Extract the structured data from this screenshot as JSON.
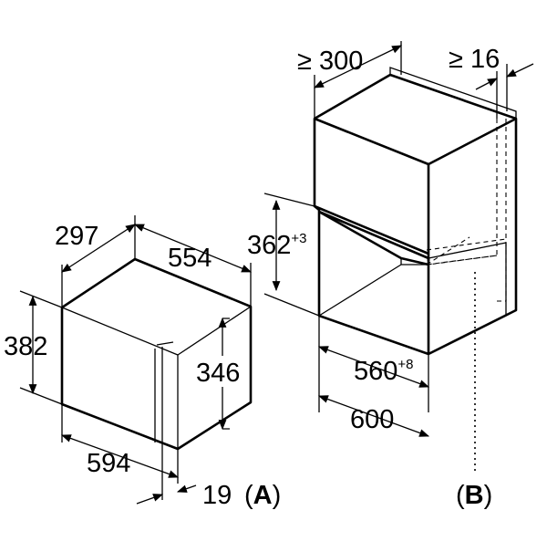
{
  "appliance_A": {
    "depth": "297",
    "width_top": "554",
    "height": "382",
    "front_height": "346",
    "width": "594",
    "panel": "19",
    "label_open": "(",
    "label_letter": "A",
    "label_close": ")"
  },
  "niche_B": {
    "depth_min": "≥ 300",
    "gap_min": "≥ 16",
    "opening_height": "362",
    "opening_height_tol": "+3",
    "opening_width": "560",
    "opening_width_tol": "+8",
    "cabinet_width": "600",
    "label_open": "(",
    "label_letter": "B",
    "label_close": ")"
  }
}
